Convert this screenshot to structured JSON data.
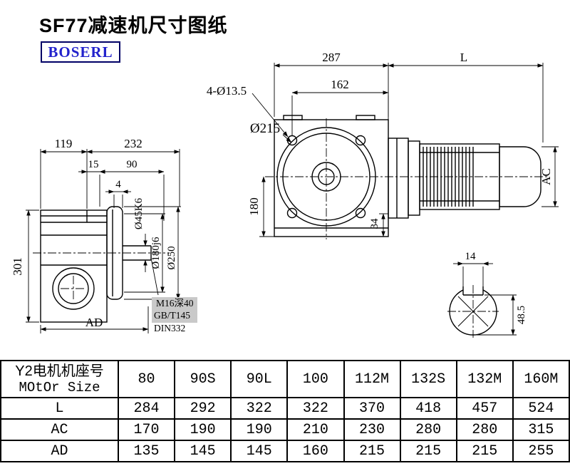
{
  "page": {
    "title": "SF77减速机尺寸图纸",
    "brand": "BOSERL"
  },
  "colors": {
    "line": "#000000",
    "brand_text": "#2222cc",
    "brand_border": "#000066",
    "note_background": "#c9c9c9"
  },
  "drawing": {
    "left": {
      "w119": "119",
      "w232": "232",
      "w15": "15",
      "w90": "90",
      "w4": "4",
      "h301": "301",
      "ad": "AD",
      "dia_shaft": "Ø45K6",
      "dia_spigot": "Ø180j6",
      "dia_flange": "Ø250",
      "note_thread": "M16深40",
      "note_std1": "GB/T145",
      "note_std2": "DIN332"
    },
    "front": {
      "w287": "287",
      "w162": "162",
      "len": "L",
      "holes": "4-Ø13.5",
      "dia215": "Ø215",
      "h180": "180",
      "h34": "34",
      "ac": "AC"
    },
    "shaft": {
      "w14": "14",
      "h48": "48.5"
    }
  },
  "table": {
    "header_line1": "Y2电机机座号",
    "header_line2": "MOtOr Size",
    "columns": [
      "80",
      "90S",
      "90L",
      "100",
      "112M",
      "132S",
      "132M",
      "160M"
    ],
    "rows": [
      {
        "label": "L",
        "values": [
          "284",
          "292",
          "322",
          "322",
          "370",
          "418",
          "457",
          "524"
        ]
      },
      {
        "label": "AC",
        "values": [
          "170",
          "190",
          "190",
          "210",
          "230",
          "280",
          "280",
          "315"
        ]
      },
      {
        "label": "AD",
        "values": [
          "135",
          "145",
          "145",
          "160",
          "215",
          "215",
          "215",
          "255"
        ]
      }
    ]
  }
}
